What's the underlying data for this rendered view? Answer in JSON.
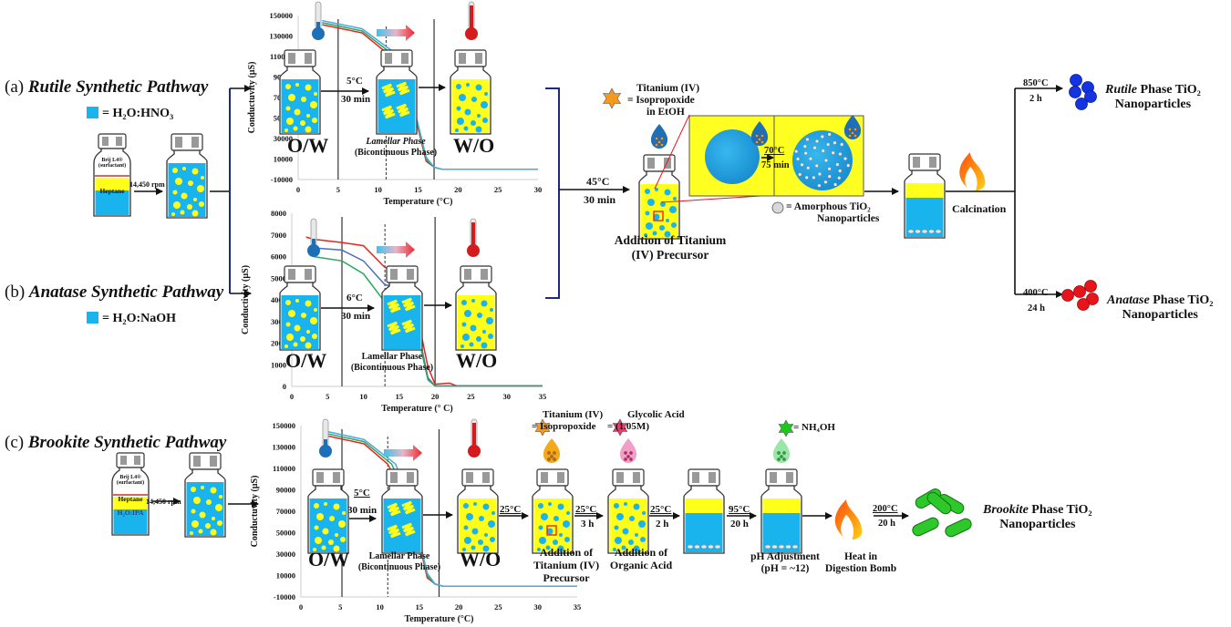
{
  "colors": {
    "water": "#19b3ee",
    "oil": "#ffff1a",
    "droplet_dark": "#1e7fc8",
    "rutile": "#1434e0",
    "anatase": "#e8141c",
    "brookite": "#2ec82a",
    "curve_red": "#e8231e",
    "curve_green": "#2aa860",
    "curve_blue": "#4a6fb8",
    "curve_lightblue": "#4aa8e0"
  },
  "pathways": {
    "rutile": {
      "tag": "(a)",
      "title": "Rutile Synthetic Pathway",
      "legend_text": "= H₂O:HNO₃",
      "vial_label_surfactant": "Brij L4®",
      "vial_label_surfactant2": "(surfactant)",
      "vial_label_oil": "Heptane",
      "mix_speed": "14,450 rpm",
      "cool_temp": "5°C",
      "cool_time": "30 min",
      "ow_label": "O/W",
      "lamellar_label": "Lamellar Phase",
      "bicontinuous_label": "(Bicontinuous Phase)",
      "wo_label": "W/O"
    },
    "anatase": {
      "tag": "(b)",
      "title": "Anatase Synthetic Pathway",
      "legend_text": "= H₂O:NaOH",
      "cool_temp": "6°C",
      "cool_time": "30 min",
      "ow_label": "O/W",
      "lamellar_label": "Lamellar Phase",
      "bicontinuous_label": "(Bicontinuous Phase)",
      "wo_label": "W/O"
    },
    "brookite": {
      "tag": "(c)",
      "title": "Brookite Synthetic Pathway",
      "vial_label_surfactant": "Brij L4®",
      "vial_label_surfactant2": "(surfactant)",
      "vial_label_oil": "Heptane",
      "vial_label_water": "H₂O:IPA",
      "mix_speed": "14,450 rpm",
      "cool_temp": "5°C",
      "cool_time": "30 min",
      "ow_label": "O/W",
      "lamellar_label": "Lamellar Phase",
      "bicontinuous_label": "(Bicontinuous Phase)",
      "wo_label": "W/O"
    }
  },
  "shared_step": {
    "temp": "45°C",
    "time": "30 min",
    "precursor_legend_line1": "Titanium (IV)",
    "precursor_legend_line2": "= Isopropoxide",
    "precursor_legend_line3": "in EtOH",
    "addition_line1": "Addition of Titanium",
    "addition_line2": "(IV) Precursor",
    "inset_temp": "70°C",
    "inset_time": "75 min",
    "amorphous_line1": "= Amorphous TiO₂",
    "amorphous_line2": "Nanoparticles",
    "calcination": "Calcination",
    "rutile_temp": "850°C",
    "rutile_time": "2 h",
    "rutile_product_italic": "Rutile",
    "rutile_product_rest": " Phase TiO₂",
    "rutile_product_line2": "Nanoparticles",
    "anatase_temp": "400°C",
    "anatase_time": "24 h",
    "anatase_product_italic": "Anatase",
    "anatase_product_rest": " Phase TiO₂",
    "anatase_product_line2": "Nanoparticles"
  },
  "brookite_steps": {
    "step1_temp": "25°C",
    "ti_legend_line1": "Titanium (IV)",
    "ti_legend_line2": "= Isopropoxide",
    "glycolic_line1": "Glycolic Acid",
    "glycolic_line2": "=  (1.05M)",
    "nh4oh_legend": "= NH₄OH",
    "step2_temp": "25°C",
    "step2_time": "3 h",
    "step3_temp": "25°C",
    "step3_time": "2 h",
    "step4_temp": "95°C",
    "step4_time": "20 h",
    "step5_temp": "200°C",
    "step5_time": "20 h",
    "addition_ti_line1": "Addition of",
    "addition_ti_line2": "Titanium (IV)",
    "addition_ti_line3": "Precursor",
    "addition_acid_line1": "Addition of",
    "addition_acid_line2": "Organic Acid",
    "ph_line1": "pH Adjustment",
    "ph_line2": "(pH = ~12)",
    "heat_line1": "Heat in",
    "heat_line2": "Digestion Bomb",
    "product_italic": "Brookite",
    "product_rest": " Phase TiO₂",
    "product_line2": "Nanoparticles"
  },
  "chart_data": [
    {
      "id": "rutile",
      "type": "line",
      "title": "",
      "xlabel": "Temperature (°C)",
      "ylabel": "Conductuvity (µS)",
      "xlim": [
        0,
        30
      ],
      "ylim": [
        -10000,
        150000
      ],
      "xticks": [
        0,
        5,
        10,
        15,
        20,
        25,
        30
      ],
      "yticks": [
        -10000,
        10000,
        30000,
        50000,
        70000,
        90000,
        110000,
        130000,
        150000
      ],
      "vlines_solid": [
        5,
        17
      ],
      "vline_dashed": 11,
      "series": [
        {
          "name": "run-1",
          "color": "curve_red",
          "x": [
            3,
            8,
            11,
            14,
            15,
            16,
            17,
            18,
            30
          ],
          "y": [
            141000,
            133000,
            114000,
            72000,
            40000,
            8000,
            2000,
            0,
            0
          ]
        },
        {
          "name": "run-2",
          "color": "curve_green",
          "x": [
            3,
            8,
            11.5,
            14,
            15,
            16,
            17,
            18,
            30
          ],
          "y": [
            143000,
            135000,
            114000,
            73000,
            42000,
            10000,
            2000,
            0,
            0
          ]
        },
        {
          "name": "run-3",
          "color": "curve_lightblue",
          "x": [
            3,
            8,
            12,
            14,
            15,
            16,
            17,
            18,
            30
          ],
          "y": [
            145000,
            137000,
            114000,
            74000,
            44000,
            12000,
            2000,
            0,
            0
          ]
        }
      ]
    },
    {
      "id": "anatase",
      "type": "line",
      "title": "",
      "xlabel": "Temperature (° C)",
      "ylabel": "Conductivity (µS)",
      "xlim": [
        0,
        35
      ],
      "ylim": [
        0,
        8000
      ],
      "xticks": [
        0,
        5,
        10,
        15,
        20,
        25,
        30,
        35
      ],
      "yticks": [
        0,
        1000,
        2000,
        3000,
        4000,
        5000,
        6000,
        7000,
        8000
      ],
      "vlines_solid": [
        7,
        20
      ],
      "vline_dashed": 13,
      "series": [
        {
          "name": "run-1",
          "color": "curve_red",
          "x": [
            2,
            3,
            7,
            10,
            13,
            17,
            18,
            19,
            20,
            22,
            23,
            35
          ],
          "y": [
            6900,
            6800,
            6650,
            6500,
            5500,
            5000,
            2500,
            900,
            100,
            150,
            30,
            30
          ]
        },
        {
          "name": "run-2",
          "color": "curve_blue",
          "x": [
            3,
            7,
            10,
            13,
            17,
            18,
            19,
            20,
            35
          ],
          "y": [
            6400,
            6300,
            5800,
            4700,
            4400,
            2000,
            400,
            20,
            20
          ]
        },
        {
          "name": "run-3",
          "color": "curve_green",
          "x": [
            3,
            7,
            10,
            13,
            17,
            18,
            19,
            20,
            35
          ],
          "y": [
            6000,
            5800,
            5200,
            3900,
            3700,
            1800,
            300,
            20,
            20
          ]
        }
      ]
    },
    {
      "id": "brookite",
      "type": "line",
      "title": "",
      "xlabel": "Temperature (°C)",
      "ylabel": "Conductuvity (µS)",
      "xlim": [
        0,
        35
      ],
      "ylim": [
        -10000,
        150000
      ],
      "xticks": [
        0,
        5,
        10,
        15,
        20,
        25,
        30,
        35
      ],
      "yticks": [
        -10000,
        10000,
        30000,
        50000,
        70000,
        90000,
        110000,
        130000,
        150000
      ],
      "vlines_solid": [
        5.2,
        17.5
      ],
      "vline_dashed": 11,
      "series": [
        {
          "name": "run-1",
          "color": "curve_red",
          "x": [
            3,
            8,
            11,
            14,
            15,
            16,
            17,
            18,
            35
          ],
          "y": [
            141000,
            133000,
            114000,
            72000,
            40000,
            8000,
            2000,
            0,
            0
          ]
        },
        {
          "name": "run-2",
          "color": "curve_green",
          "x": [
            3,
            8,
            11.5,
            14,
            15,
            16,
            17,
            18,
            35
          ],
          "y": [
            143000,
            135000,
            114000,
            73000,
            42000,
            10000,
            2000,
            0,
            0
          ]
        },
        {
          "name": "run-3",
          "color": "curve_lightblue",
          "x": [
            3,
            8,
            12,
            14,
            15,
            16,
            17,
            18,
            35
          ],
          "y": [
            145000,
            137000,
            114000,
            74000,
            44000,
            12000,
            2000,
            0,
            0
          ]
        }
      ]
    }
  ]
}
